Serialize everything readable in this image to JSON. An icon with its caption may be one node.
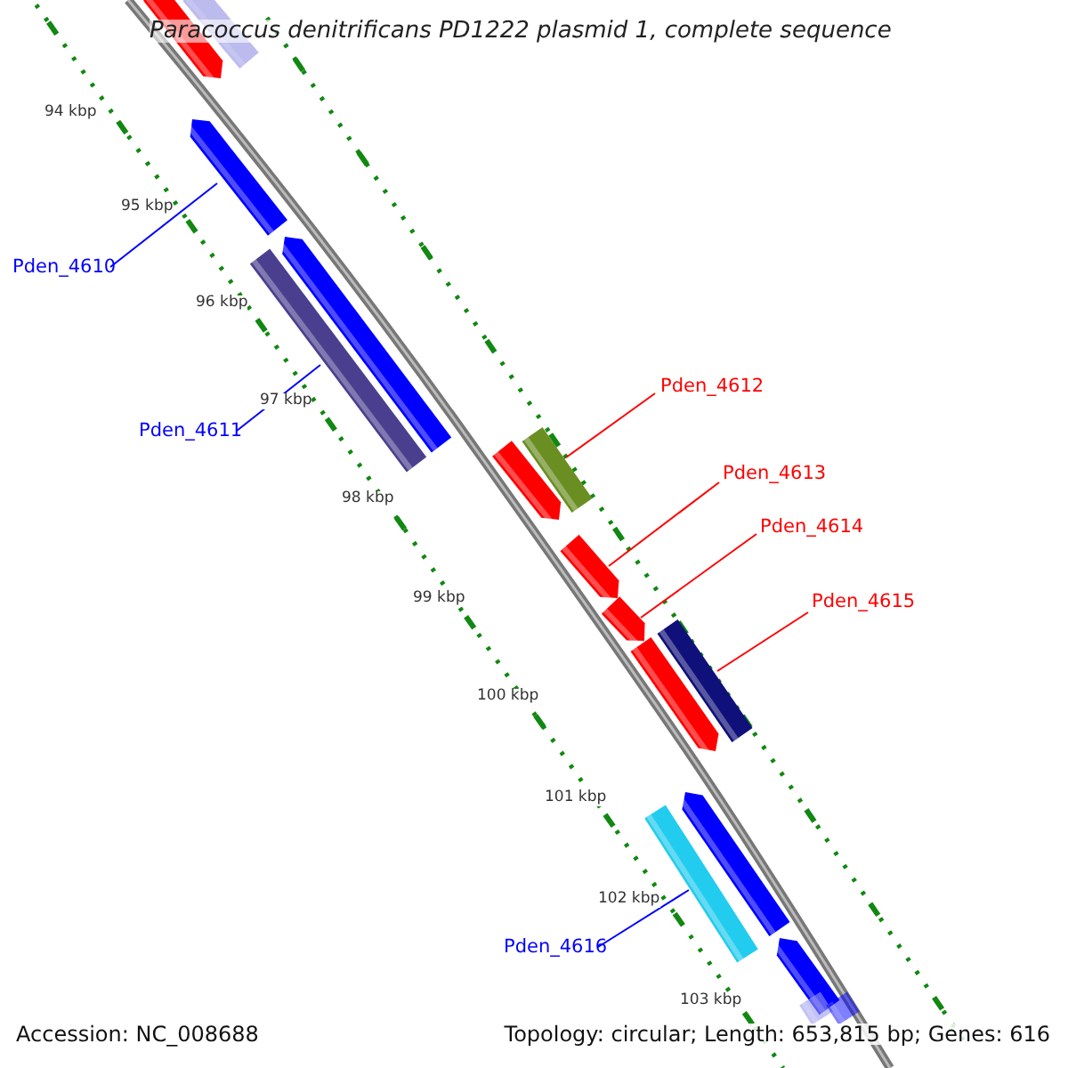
{
  "diagram": {
    "title": "Paracoccus denitrificans PD1222 plasmid 1, complete sequence",
    "nodes": [
      {
        "text": [
          "Pden_4610"
        ]
      },
      {
        "text": [
          "Pden_4611"
        ]
      },
      {
        "text": [
          "Pden_4612"
        ]
      },
      {
        "text": [
          "Pden_4613"
        ]
      },
      {
        "text": [
          "Pden_4614"
        ]
      },
      {
        "text": [
          "Pden_4615"
        ]
      },
      {
        "text": [
          "Pden_4616"
        ]
      },
      {
        "text": [],
        "shape": "bar"
      },
      {
        "text": [],
        "shape": "bar"
      },
      {
        "text": [],
        "shape": "bar"
      },
      {
        "text": [],
        "shape": "bar"
      },
      {
        "text": [],
        "shape": "bar"
      },
      {
        "text": [],
        "shape": "bar"
      },
      {
        "text": [],
        "shape": "bar"
      },
      {
        "text": [],
        "shape": "bar"
      },
      {
        "text": [],
        "shape": "bar"
      },
      {
        "text": [],
        "shape": "bar"
      },
      {
        "text": [],
        "shape": "bar"
      },
      {
        "text": [],
        "shape": "bar"
      },
      {
        "text": [],
        "shape": "bar"
      },
      {
        "text": [],
        "shape": "bar"
      },
      {
        "text": [],
        "shape": "bar"
      },
      {
        "text": [],
        "shape": "bar"
      }
    ],
    "edges": [
      {
        "from": 0,
        "to": 7,
        "arrow": "none",
        "color": "#0000ff"
      },
      {
        "from": 1,
        "to": 8,
        "arrow": "none",
        "color": "#0000ff"
      },
      {
        "from": 2,
        "to": 9,
        "arrow": "none",
        "color": "#ff0000"
      },
      {
        "from": 3,
        "to": 10,
        "arrow": "none",
        "color": "#ff0000"
      },
      {
        "from": 4,
        "to": 11,
        "arrow": "none",
        "color": "#ff0000"
      },
      {
        "from": 5,
        "to": 12,
        "arrow": "none",
        "color": "#ff0000"
      },
      {
        "from": 6,
        "to": 13,
        "arrow": "none",
        "color": "#0000ff"
      }
    ],
    "labels": [
      "94 kbp",
      "95 kbp",
      "96 kbp",
      "97 kbp",
      "98 kbp",
      "99 kbp",
      "100 kbp",
      "101 kbp",
      "102 kbp",
      "103 kbp",
      "Accession: NC_008688",
      "Topology: circular; Length: 653,815 bp; Genes: 616"
    ]
  }
}
